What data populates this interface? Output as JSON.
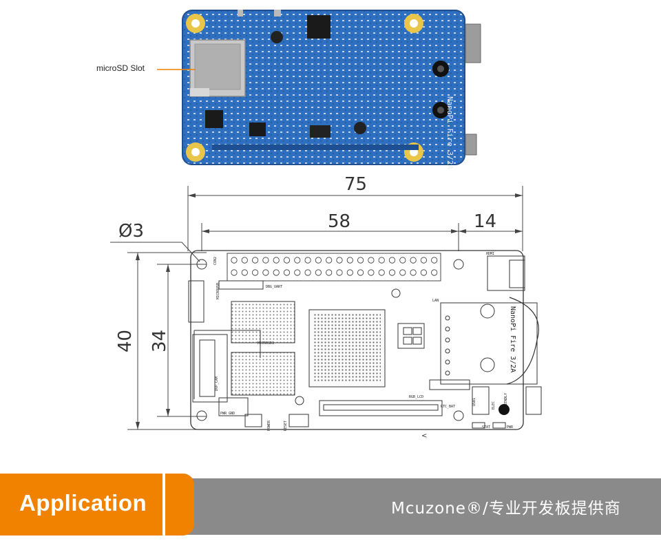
{
  "callout": {
    "label": "microSD Slot"
  },
  "drawing": {
    "dim_overall_width": "75",
    "dim_hole_spacing": "58",
    "dim_edge_offset": "14",
    "dim_hole_diameter": "Ø3",
    "dim_overall_height": "40",
    "dim_hole_height": "34",
    "silk_labels": {
      "con2": "CON2",
      "hdmi": "HDMI",
      "debug_uart": "DBG_UART",
      "lan": "LAN",
      "microusb": "MICROUSB",
      "microsd": "MICROSD1",
      "dvp_cam": "DVP_CAM",
      "board_name_a": "NanoPi Fire 3/2A",
      "rgb_lcd": "RGB_LCD",
      "rtc_bat": "RTC_BAT",
      "usb": "USB1",
      "elec": "ELEC",
      "friendly": "FRIENDLY",
      "pwr_gnd": "PWR GND",
      "power": "POWER",
      "reset": "RESET",
      "stat": "STAT",
      "pwr": "PWR"
    }
  },
  "footer": {
    "title": "Application",
    "brand": "Mcuzone®/专业开发板提供商"
  },
  "colors": {
    "pcb_blue": "#2f6fc0",
    "footer_orange": "#f08200",
    "footer_gray": "#8a8a8a",
    "mount_gold": "#e9c64a"
  }
}
